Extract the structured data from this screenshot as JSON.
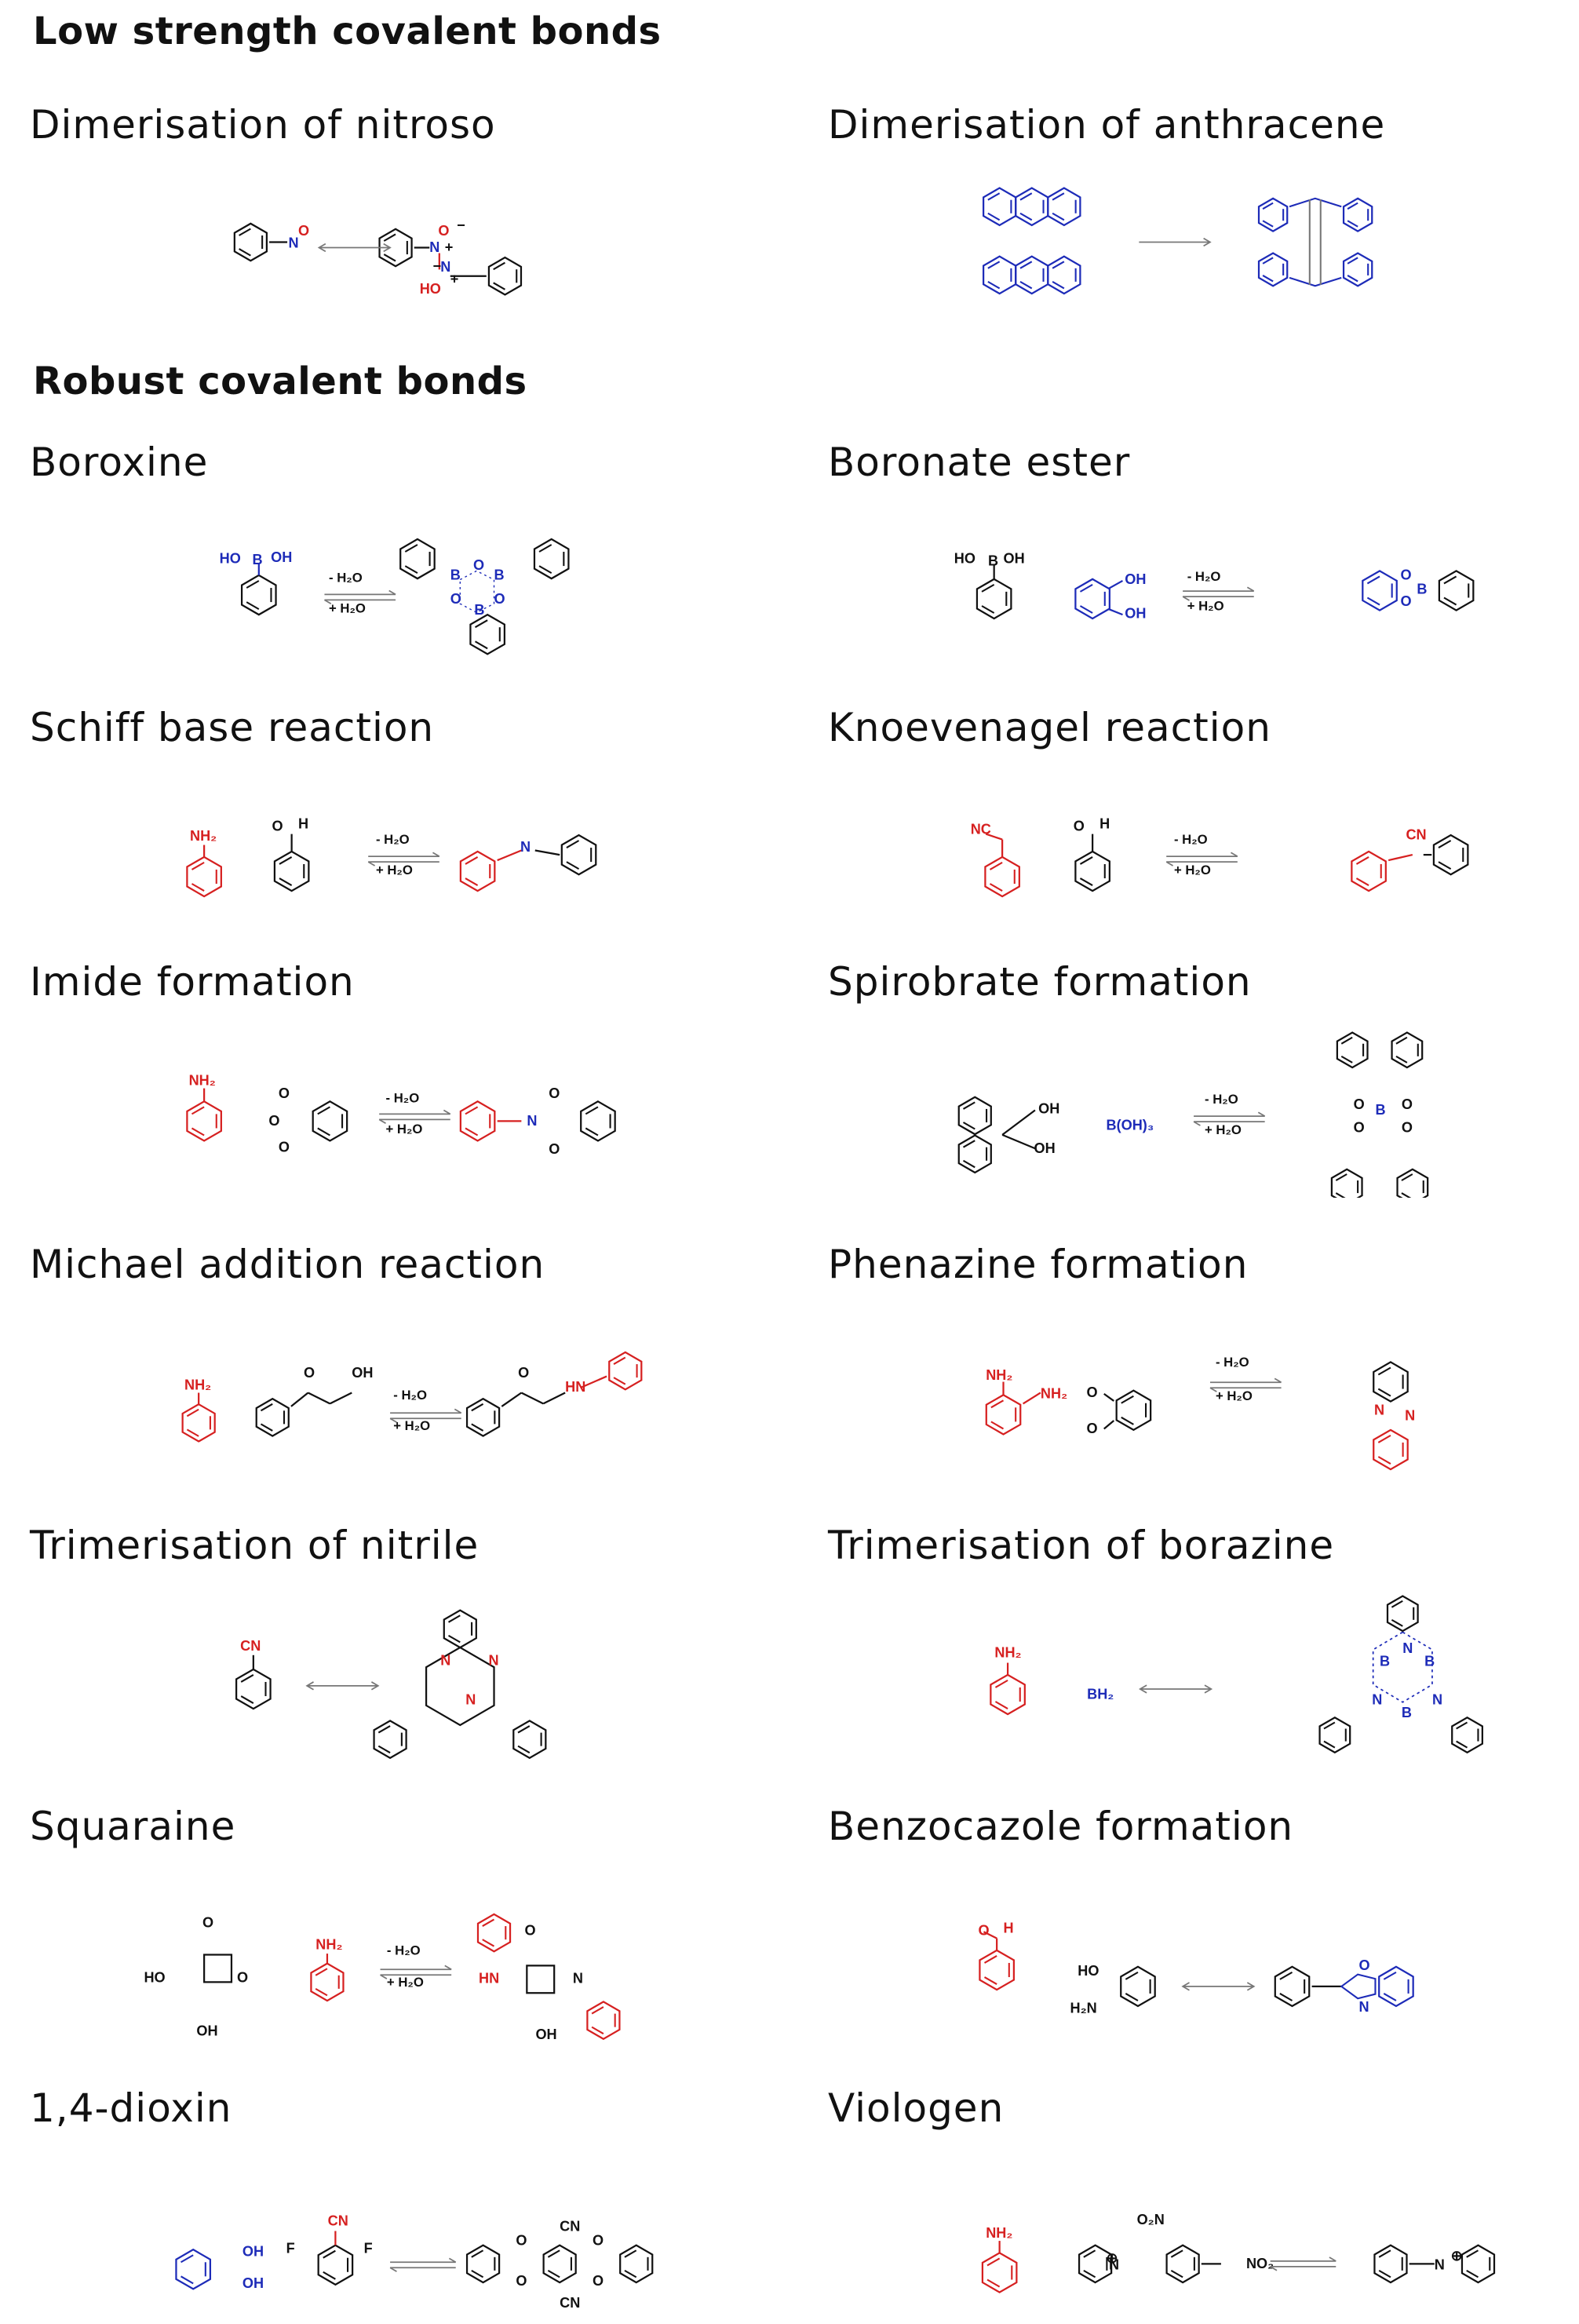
{
  "colors": {
    "ink": "#111111",
    "red": "#d62020",
    "blue": "#1d2bb8",
    "grey": "#777777"
  },
  "sections": {
    "low_strength": "Low strength covalent bonds",
    "robust": "Robust covalent bonds"
  },
  "reactions": [
    {
      "title": "Dimerisation of nitroso",
      "labels": [
        "N",
        "O",
        "N",
        "O",
        "−",
        "+",
        "N",
        "−",
        "+",
        "HO"
      ]
    },
    {
      "title": "Dimerisation of anthracene",
      "labels": []
    },
    {
      "title": "Boroxine",
      "labels": [
        "HO",
        "B",
        "OH",
        "- H₂O",
        "+ H₂O",
        "B",
        "O",
        "B",
        "O",
        "B",
        "O"
      ]
    },
    {
      "title": "Boronate ester",
      "labels": [
        "HO",
        "B",
        "OH",
        "OH",
        "OH",
        "- H₂O",
        "+ H₂O",
        "O",
        "O",
        "B"
      ]
    },
    {
      "title": "Schiff base reaction",
      "labels": [
        "NH₂",
        "O",
        "H",
        "- H₂O",
        "+ H₂O",
        "N"
      ]
    },
    {
      "title": "Knoevenagel reaction",
      "labels": [
        "NC",
        "O",
        "H",
        "- H₂O",
        "+ H₂O",
        "CN"
      ]
    },
    {
      "title": "Imide formation",
      "labels": [
        "NH₂",
        "O",
        "O",
        "O",
        "- H₂O",
        "+ H₂O",
        "N",
        "O",
        "O"
      ]
    },
    {
      "title": "Spirobrate formation",
      "labels": [
        "OH",
        "OH",
        "B(OH)₃",
        "- H₂O",
        "+ H₂O",
        "O",
        "B",
        "O",
        "O",
        "O"
      ]
    },
    {
      "title": "Michael addition reaction",
      "labels": [
        "NH₂",
        "O",
        "OH",
        "- H₂O",
        "+ H₂O",
        "O",
        "HN"
      ]
    },
    {
      "title": "Phenazine formation",
      "labels": [
        "NH₂",
        "NH₂",
        "O",
        "O",
        "- H₂O",
        "+ H₂O",
        "N",
        "N"
      ]
    },
    {
      "title": "Trimerisation of nitrile",
      "labels": [
        "CN",
        "N",
        "N",
        "N"
      ]
    },
    {
      "title": "Trimerisation of borazine",
      "labels": [
        "NH₂",
        "BH₂",
        "N",
        "B",
        "B",
        "N",
        "N",
        "B"
      ]
    },
    {
      "title": "Squaraine",
      "labels": [
        "HO",
        "O",
        "O",
        "OH",
        "NH₂",
        "- H₂O",
        "+ H₂O",
        "HN",
        "O",
        "N",
        "OH"
      ]
    },
    {
      "title": "Benzocazole formation",
      "labels": [
        "O",
        "H",
        "HO",
        "H₂N",
        "O",
        "N"
      ]
    },
    {
      "title": "1,4-dioxin",
      "labels": [
        "OH",
        "OH",
        "F",
        "CN",
        "F",
        "O",
        "O",
        "O",
        "O",
        "CN",
        "CN"
      ]
    },
    {
      "title": "Viologen",
      "labels": [
        "NH₂",
        "O₂N",
        "N",
        "⊕",
        "NO₂",
        "N",
        "⊕"
      ]
    }
  ]
}
